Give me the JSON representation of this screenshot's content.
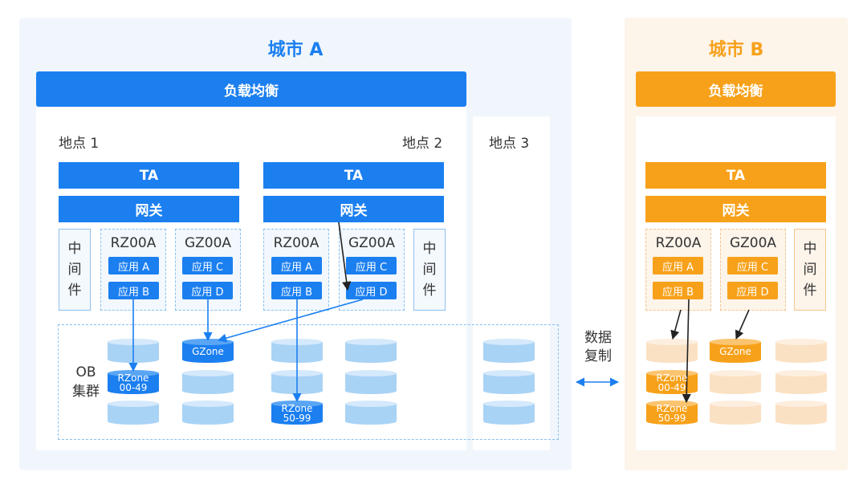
{
  "city_a": {
    "title": "城市 A",
    "load_balancer": "负载均衡",
    "site1_label": "地点 1",
    "site2_label": "地点 2",
    "site3_label": "地点 3",
    "ta": "TA",
    "gateway": "网关",
    "zone_r": "RZ00A",
    "zone_g": "GZ00A",
    "app_a": "应用 A",
    "app_b": "应用 B",
    "app_c": "应用 C",
    "app_d": "应用 D",
    "middleware": [
      "中",
      "间",
      "件"
    ],
    "ob_cluster": [
      "OB",
      "集群"
    ],
    "gzone": "GZone",
    "rzone1": [
      "RZone",
      "00-49"
    ],
    "rzone2": [
      "RZone",
      "50-99"
    ]
  },
  "city_b": {
    "title": "城市 B",
    "load_balancer": "负载均衡",
    "ta": "TA",
    "gateway": "网关",
    "zone_r": "RZ00A",
    "zone_g": "GZ00A",
    "app_a": "应用 A",
    "app_b": "应用 B",
    "app_c": "应用 C",
    "app_d": "应用 D",
    "middleware": [
      "中",
      "间",
      "件"
    ],
    "gzone": "GZone",
    "rzone1": [
      "RZone",
      "00-49"
    ],
    "rzone2": [
      "RZone",
      "50-99"
    ]
  },
  "replication": [
    "数据",
    "复制"
  ],
  "colors": {
    "blue": "#1b7ff0",
    "orange": "#f7a11a",
    "light_blue_disk": "#a9d3f5",
    "light_orange_disk": "#fbe1c4"
  }
}
